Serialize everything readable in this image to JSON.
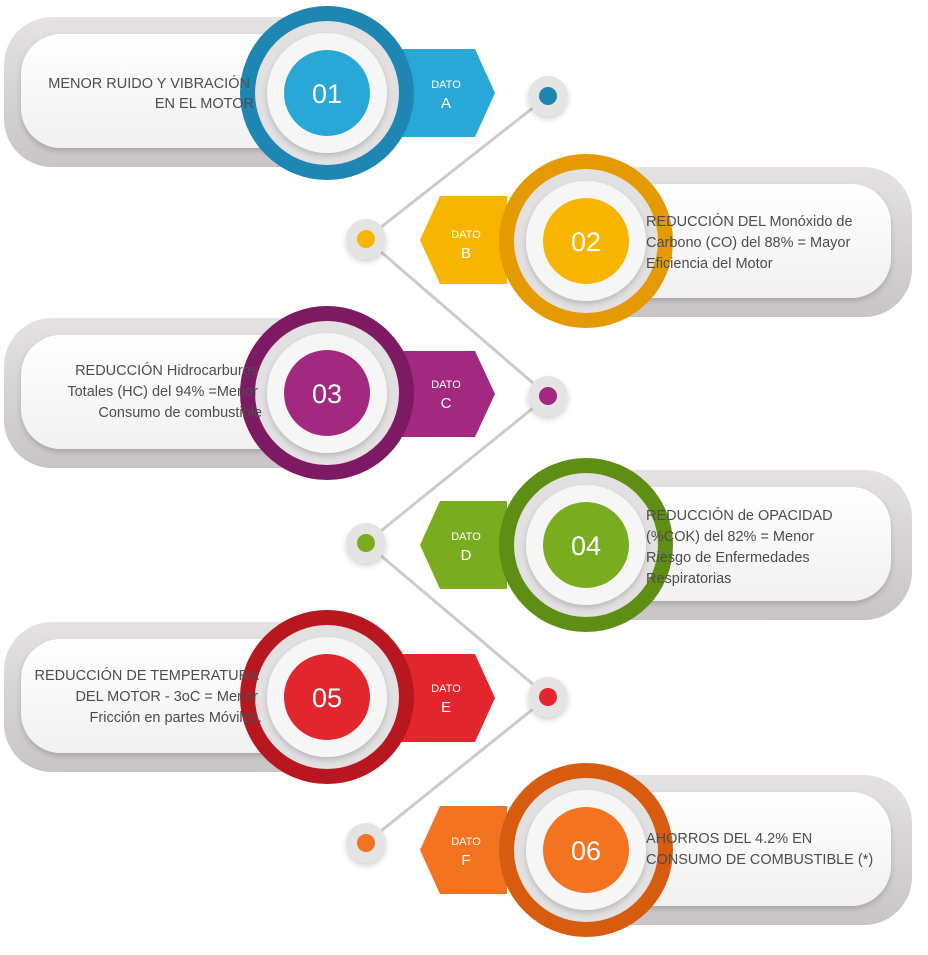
{
  "items": [
    {
      "number": "01",
      "tab_label": "DATO",
      "tab_letter": "A",
      "color": "#29a8d8",
      "light": "#4fc6ee",
      "dark": "#1d86b3",
      "lines": [
        "MENOR RUIDO Y VIBRACIÓN",
        "EN EL MOTOR"
      ]
    },
    {
      "number": "02",
      "tab_label": "DATO",
      "tab_letter": "B",
      "color": "#f7b500",
      "light": "#fccb2e",
      "dark": "#e49a00",
      "lines": [
        "REDUCCIÓN DEL Monóxido de",
        "Carbono (CO) del  88% = Mayor",
        "Eficiencia del Motor"
      ]
    },
    {
      "number": "03",
      "tab_label": "DATO",
      "tab_letter": "C",
      "color": "#a3287f",
      "light": "#bd4299",
      "dark": "#7d1a63",
      "lines": [
        "REDUCCIÓN  Hidrocarburos",
        "Totales  (HC) del 94% =Menor",
        "Consumo de combustible"
      ]
    },
    {
      "number": "04",
      "tab_label": "DATO",
      "tab_letter": "D",
      "color": "#79ad1f",
      "light": "#95c62f",
      "dark": "#5e8e14",
      "lines": [
        "REDUCCIÓN de  OPACIDAD",
        "(%COK) del 82%  = Menor",
        "Riesgo de Enfermedades",
        "Respiratorias"
      ]
    },
    {
      "number": "05",
      "tab_label": "DATO",
      "tab_letter": "E",
      "color": "#e1262e",
      "light": "#ef4a4f",
      "dark": "#b8171f",
      "lines": [
        "REDUCCIÓN DE TEMPERATURA",
        "DEL MOTOR - 3oC = Menor",
        "Fricción en partes Móviles."
      ]
    },
    {
      "number": "06",
      "tab_label": "DATO",
      "tab_letter": "F",
      "color": "#f37321",
      "light": "#f8923f",
      "dark": "#d85c10",
      "lines": [
        "AHORROS DEL 4.2%  EN",
        "CONSUMO DE COMBUSTIBLE (*)"
      ]
    }
  ]
}
